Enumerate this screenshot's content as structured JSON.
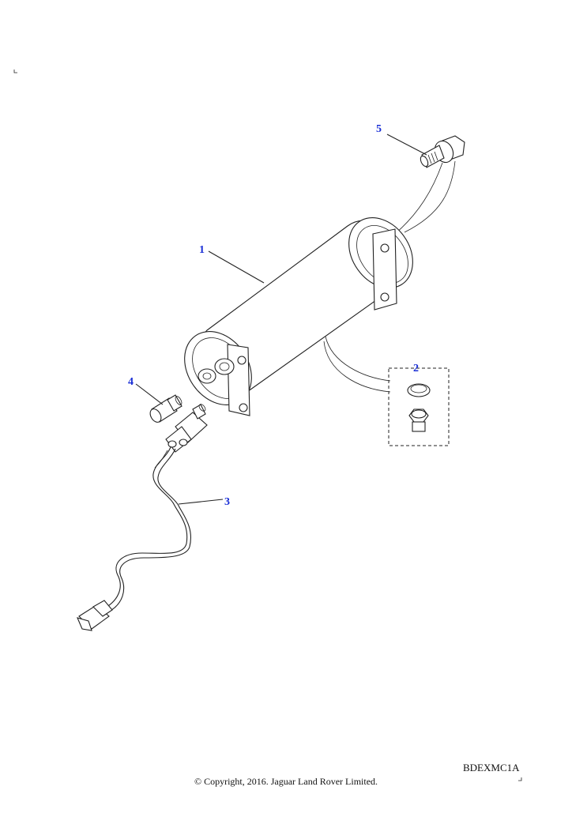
{
  "diagram": {
    "callouts": [
      {
        "id": "c5",
        "label": "5"
      },
      {
        "id": "c1",
        "label": "1"
      },
      {
        "id": "c2",
        "label": "2"
      },
      {
        "id": "c4",
        "label": "4"
      },
      {
        "id": "c3",
        "label": "3"
      }
    ],
    "drawing_code": "BDEXMC1A",
    "copyright": "© Copyright, 2016. Jaguar Land Rover Limited.",
    "colors": {
      "callout": "#1a2fd6",
      "line": "#222222"
    }
  }
}
